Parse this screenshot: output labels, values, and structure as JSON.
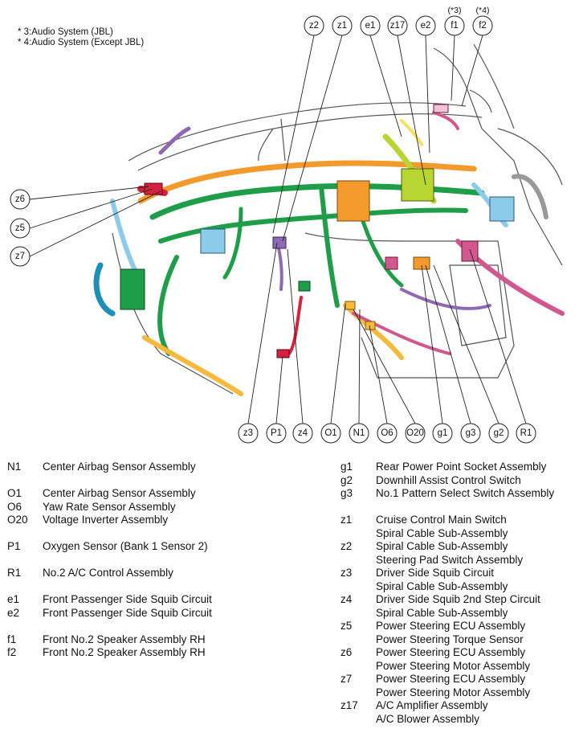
{
  "notes": [
    "* 3:Audio System (JBL)",
    "* 4:Audio System (Except JBL)"
  ],
  "star_marks": {
    "f1": "(*3)",
    "f2": "(*4)"
  },
  "callouts": {
    "top": [
      "z2",
      "z1",
      "e1",
      "z17",
      "e2",
      "f1",
      "f2"
    ],
    "left": [
      "z6",
      "z5",
      "z7"
    ],
    "bottom": [
      "z3",
      "P1",
      "z4",
      "O1",
      "N1",
      "O6",
      "O20",
      "g1",
      "g3",
      "g2",
      "R1"
    ]
  },
  "legend_left": [
    {
      "code": "N1",
      "lines": [
        "Center Airbag Sensor Assembly"
      ]
    },
    null,
    {
      "code": "O1",
      "lines": [
        "Center Airbag Sensor Assembly"
      ]
    },
    {
      "code": "O6",
      "lines": [
        "Yaw Rate Sensor Assembly"
      ]
    },
    {
      "code": "O20",
      "lines": [
        "Voltage Inverter Assembly"
      ]
    },
    null,
    {
      "code": "P1",
      "lines": [
        "Oxygen Sensor (Bank 1 Sensor 2)"
      ]
    },
    null,
    {
      "code": "R1",
      "lines": [
        "No.2 A/C Control Assembly"
      ]
    },
    null,
    {
      "code": "e1",
      "lines": [
        "Front Passenger Side Squib Circuit"
      ]
    },
    {
      "code": "e2",
      "lines": [
        "Front Passenger Side Squib Circuit"
      ]
    },
    null,
    {
      "code": "f1",
      "lines": [
        "Front No.2 Speaker Assembly RH"
      ]
    },
    {
      "code": "f2",
      "lines": [
        "Front No.2 Speaker Assembly RH"
      ]
    }
  ],
  "legend_right": [
    {
      "code": "g1",
      "lines": [
        "Rear Power Point Socket Assembly"
      ]
    },
    {
      "code": "g2",
      "lines": [
        "Downhill Assist Control Switch"
      ]
    },
    {
      "code": "g3",
      "lines": [
        "No.1 Pattern Select Switch Assembly"
      ]
    },
    null,
    {
      "code": "z1",
      "lines": [
        "Cruise Control Main Switch",
        "Spiral Cable Sub-Assembly"
      ]
    },
    {
      "code": "z2",
      "lines": [
        "Spiral Cable Sub-Assembly",
        "Steering Pad Switch Assembly"
      ]
    },
    {
      "code": "z3",
      "lines": [
        "Driver Side Squib Circuit",
        "Spiral Cable Sub-Assembly"
      ]
    },
    {
      "code": "z4",
      "lines": [
        "Driver Side Squib 2nd Step Circuit",
        "Spiral Cable Sub-Assembly"
      ]
    },
    {
      "code": "z5",
      "lines": [
        "Power Steering ECU Assembly",
        "Power Steering Torque Sensor"
      ]
    },
    {
      "code": "z6",
      "lines": [
        "Power Steering ECU Assembly",
        "Power Steering Motor Assembly"
      ]
    },
    {
      "code": "z7",
      "lines": [
        "Power Steering ECU Assembly",
        "Power Steering Motor Assembly"
      ]
    },
    {
      "code": "z17",
      "lines": [
        "A/C Amplifier Assembly",
        "A/C Blower Assembly"
      ]
    }
  ],
  "colors": {
    "green": "#1f9e4a",
    "orange": "#f39a2c",
    "yellow": "#f6b93b",
    "light_blue": "#8ccbea",
    "teal": "#1e8fb8",
    "purple": "#8f68b3",
    "pink": "#d3578f",
    "red": "#d4213d",
    "lime": "#b9d531",
    "outline": "#555555"
  }
}
